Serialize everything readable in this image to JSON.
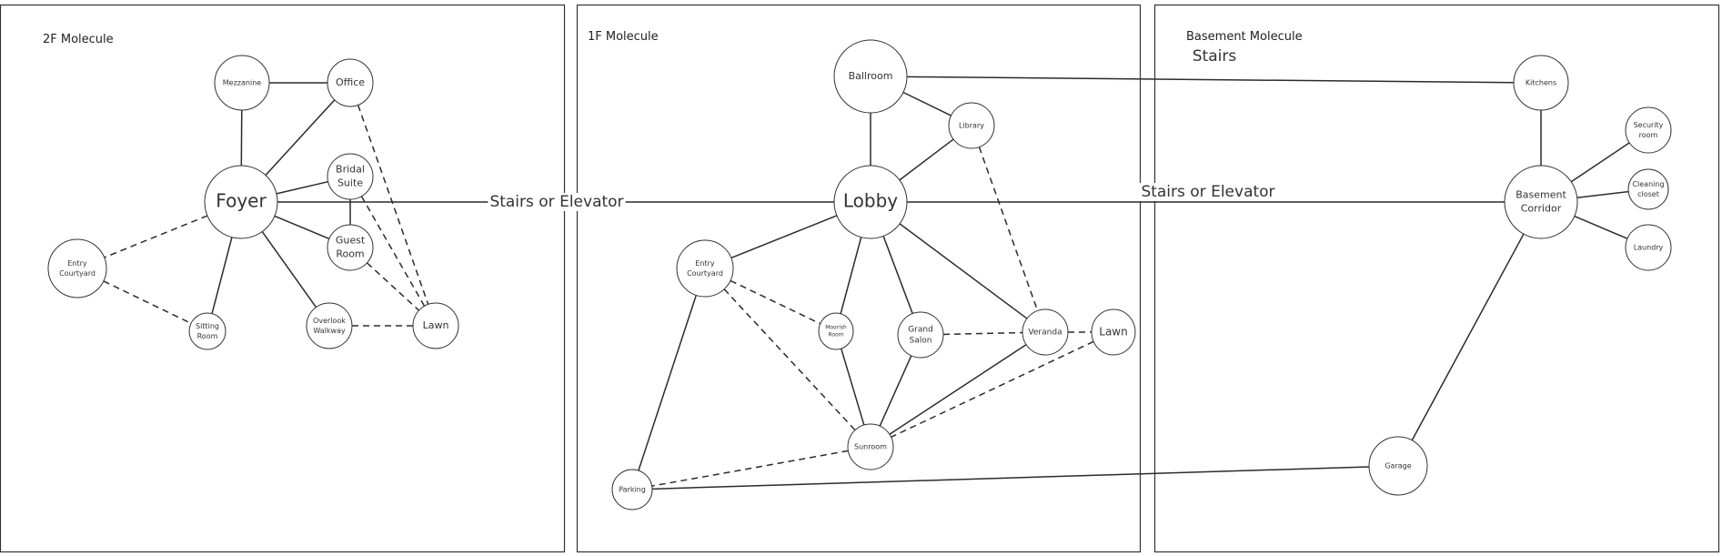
{
  "diagram": {
    "panels": [
      {
        "id": "2F",
        "title": "2F Molecule"
      },
      {
        "id": "1F",
        "title": "1F Molecule"
      },
      {
        "id": "B",
        "title": "Basement Molecule"
      }
    ],
    "nodes": [
      {
        "id": "2f-mezzanine",
        "panel": "2F",
        "lines": [
          "Mezzanine"
        ],
        "size": "small"
      },
      {
        "id": "2f-office",
        "panel": "2F",
        "lines": [
          "Office"
        ],
        "size": "medium"
      },
      {
        "id": "2f-foyer",
        "panel": "2F",
        "lines": [
          "Foyer"
        ],
        "size": "hub"
      },
      {
        "id": "2f-bridal-suite",
        "panel": "2F",
        "lines": [
          "Bridal",
          "Suite"
        ],
        "size": "medium"
      },
      {
        "id": "2f-guest-room",
        "panel": "2F",
        "lines": [
          "Guest",
          "Room"
        ],
        "size": "medium"
      },
      {
        "id": "2f-entry-courtyard",
        "panel": "2F",
        "lines": [
          "Entry",
          "Courtyard"
        ],
        "size": "small"
      },
      {
        "id": "2f-sitting-room",
        "panel": "2F",
        "lines": [
          "Sitting",
          "Room"
        ],
        "size": "small"
      },
      {
        "id": "2f-overlook-walkway",
        "panel": "2F",
        "lines": [
          "Overlook",
          "Walkway"
        ],
        "size": "small"
      },
      {
        "id": "2f-lawn",
        "panel": "2F",
        "lines": [
          "Lawn"
        ],
        "size": "medium"
      },
      {
        "id": "1f-ballroom",
        "panel": "1F",
        "lines": [
          "Ballroom"
        ],
        "size": "medium-small"
      },
      {
        "id": "1f-library",
        "panel": "1F",
        "lines": [
          "Library"
        ],
        "size": "small"
      },
      {
        "id": "1f-lobby",
        "panel": "1F",
        "lines": [
          "Lobby"
        ],
        "size": "hub"
      },
      {
        "id": "1f-entry-courtyard",
        "panel": "1F",
        "lines": [
          "Entry",
          "Courtyard"
        ],
        "size": "small"
      },
      {
        "id": "1f-moorish-room",
        "panel": "1F",
        "lines": [
          "Moorish",
          "Room"
        ],
        "size": "tiny"
      },
      {
        "id": "1f-grand-salon",
        "panel": "1F",
        "lines": [
          "Grand",
          "Salon"
        ],
        "size": "small"
      },
      {
        "id": "1f-veranda",
        "panel": "1F",
        "lines": [
          "Veranda"
        ],
        "size": "small"
      },
      {
        "id": "1f-lawn",
        "panel": "1F",
        "lines": [
          "Lawn"
        ],
        "size": "medium"
      },
      {
        "id": "1f-sunroom",
        "panel": "1F",
        "lines": [
          "Sunroom"
        ],
        "size": "small"
      },
      {
        "id": "1f-parking",
        "panel": "1F",
        "lines": [
          "Parking"
        ],
        "size": "small"
      },
      {
        "id": "b-kitchens",
        "panel": "B",
        "lines": [
          "Kitchens"
        ],
        "size": "small"
      },
      {
        "id": "b-security-room",
        "panel": "B",
        "lines": [
          "Security",
          "room"
        ],
        "size": "small"
      },
      {
        "id": "b-basement-corridor",
        "panel": "B",
        "lines": [
          "Basement",
          "Corridor"
        ],
        "size": "medium-small"
      },
      {
        "id": "b-cleaning-closet",
        "panel": "B",
        "lines": [
          "Cleaning",
          "closet"
        ],
        "size": "small"
      },
      {
        "id": "b-laundry",
        "panel": "B",
        "lines": [
          "Laundry"
        ],
        "size": "small"
      },
      {
        "id": "b-garage",
        "panel": "B",
        "lines": [
          "Garage"
        ],
        "size": "small"
      }
    ],
    "edges": [
      {
        "from": "2f-mezzanine",
        "to": "2f-office",
        "style": "solid"
      },
      {
        "from": "2f-mezzanine",
        "to": "2f-foyer",
        "style": "solid"
      },
      {
        "from": "2f-foyer",
        "to": "2f-office",
        "style": "solid"
      },
      {
        "from": "2f-foyer",
        "to": "2f-bridal-suite",
        "style": "solid"
      },
      {
        "from": "2f-bridal-suite",
        "to": "2f-guest-room",
        "style": "solid"
      },
      {
        "from": "2f-foyer",
        "to": "2f-guest-room",
        "style": "solid"
      },
      {
        "from": "2f-foyer",
        "to": "2f-sitting-room",
        "style": "solid"
      },
      {
        "from": "2f-foyer",
        "to": "2f-overlook-walkway",
        "style": "solid"
      },
      {
        "from": "2f-foyer",
        "to": "2f-entry-courtyard",
        "style": "dashed"
      },
      {
        "from": "2f-entry-courtyard",
        "to": "2f-sitting-room",
        "style": "dashed"
      },
      {
        "from": "2f-office",
        "to": "2f-lawn",
        "style": "dashed"
      },
      {
        "from": "2f-bridal-suite",
        "to": "2f-lawn",
        "style": "dashed"
      },
      {
        "from": "2f-guest-room",
        "to": "2f-lawn",
        "style": "dashed"
      },
      {
        "from": "2f-overlook-walkway",
        "to": "2f-lawn",
        "style": "dashed"
      },
      {
        "from": "1f-ballroom",
        "to": "1f-lobby",
        "style": "solid"
      },
      {
        "from": "1f-ballroom",
        "to": "1f-library",
        "style": "solid"
      },
      {
        "from": "1f-library",
        "to": "1f-lobby",
        "style": "solid"
      },
      {
        "from": "1f-library",
        "to": "1f-veranda",
        "style": "dashed"
      },
      {
        "from": "1f-lobby",
        "to": "1f-entry-courtyard",
        "style": "solid"
      },
      {
        "from": "1f-lobby",
        "to": "1f-moorish-room",
        "style": "solid"
      },
      {
        "from": "1f-lobby",
        "to": "1f-grand-salon",
        "style": "solid"
      },
      {
        "from": "1f-lobby",
        "to": "1f-veranda",
        "style": "solid"
      },
      {
        "from": "1f-entry-courtyard",
        "to": "1f-moorish-room",
        "style": "dashed"
      },
      {
        "from": "1f-entry-courtyard",
        "to": "1f-sunroom",
        "style": "dashed"
      },
      {
        "from": "1f-entry-courtyard",
        "to": "1f-parking",
        "style": "solid"
      },
      {
        "from": "1f-moorish-room",
        "to": "1f-sunroom",
        "style": "solid"
      },
      {
        "from": "1f-grand-salon",
        "to": "1f-sunroom",
        "style": "solid"
      },
      {
        "from": "1f-grand-salon",
        "to": "1f-veranda",
        "style": "dashed"
      },
      {
        "from": "1f-veranda",
        "to": "1f-lawn",
        "style": "dashed"
      },
      {
        "from": "1f-veranda",
        "to": "1f-sunroom",
        "style": "solid"
      },
      {
        "from": "1f-lawn",
        "to": "1f-sunroom",
        "style": "dashed"
      },
      {
        "from": "1f-sunroom",
        "to": "1f-parking",
        "style": "dashed"
      },
      {
        "from": "b-kitchens",
        "to": "b-basement-corridor",
        "style": "solid"
      },
      {
        "from": "b-basement-corridor",
        "to": "b-security-room",
        "style": "solid"
      },
      {
        "from": "b-basement-corridor",
        "to": "b-cleaning-closet",
        "style": "solid"
      },
      {
        "from": "b-basement-corridor",
        "to": "b-laundry",
        "style": "solid"
      },
      {
        "from": "b-basement-corridor",
        "to": "b-garage",
        "style": "solid"
      }
    ],
    "connectors": [
      {
        "id": "foyer-lobby",
        "from": "2f-foyer",
        "to": "1f-lobby",
        "label": "Stairs or Elevator"
      },
      {
        "id": "lobby-basement-corridor",
        "from": "1f-lobby",
        "to": "b-basement-corridor",
        "label": "Stairs or Elevator"
      },
      {
        "id": "ballroom-kitchens",
        "from": "1f-ballroom",
        "to": "b-kitchens",
        "label": "Stairs"
      },
      {
        "id": "parking-garage",
        "from": "1f-parking",
        "to": "b-garage",
        "label": ""
      }
    ]
  }
}
